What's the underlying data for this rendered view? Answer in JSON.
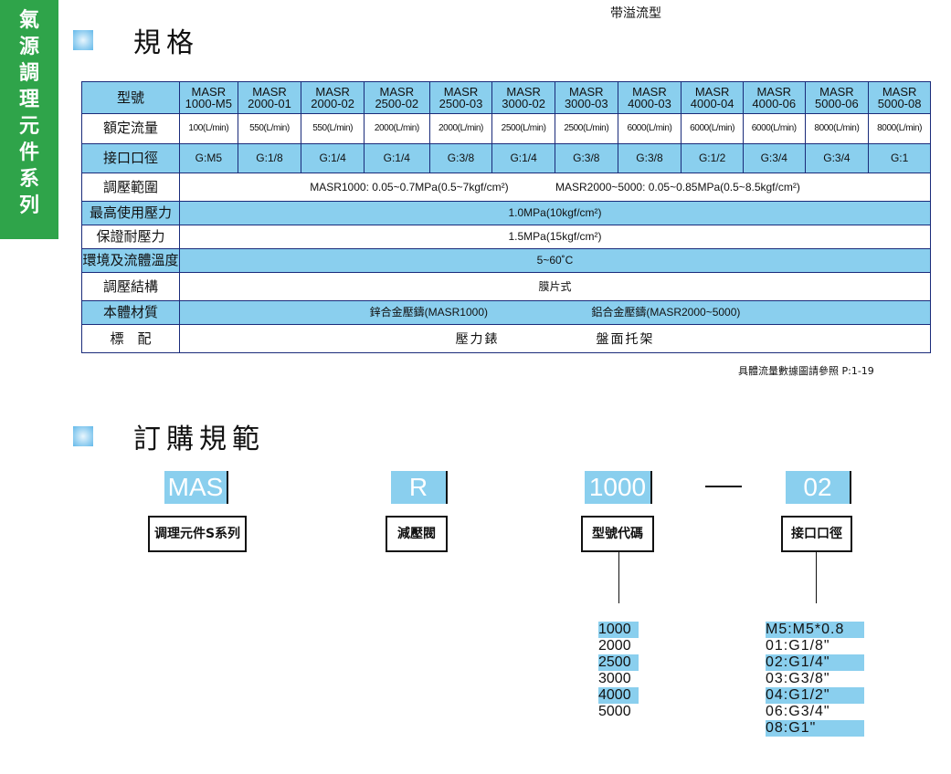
{
  "side_tab": [
    "氣",
    "源",
    "調",
    "理",
    "元",
    "件",
    "系",
    "列"
  ],
  "top_note": "带溢流型",
  "section_specs": {
    "title": "規格"
  },
  "section_order": {
    "title": "訂購規範"
  },
  "specs_table": {
    "model_row": {
      "label": "型號",
      "models": [
        [
          "MASR",
          "1000-M5"
        ],
        [
          "MASR",
          "2000-01"
        ],
        [
          "MASR",
          "2000-02"
        ],
        [
          "MASR",
          "2500-02"
        ],
        [
          "MASR",
          "2500-03"
        ],
        [
          "MASR",
          "3000-02"
        ],
        [
          "MASR",
          "3000-03"
        ],
        [
          "MASR",
          "4000-03"
        ],
        [
          "MASR",
          "4000-04"
        ],
        [
          "MASR",
          "4000-06"
        ],
        [
          "MASR",
          "5000-06"
        ],
        [
          "MASR",
          "5000-08"
        ]
      ]
    },
    "flow_row": {
      "label": "額定流量",
      "values": [
        "100(L/min)",
        "550(L/min)",
        "550(L/min)",
        "2000(L/min)",
        "2000(L/min)",
        "2500(L/min)",
        "2500(L/min)",
        "6000(L/min)",
        "6000(L/min)",
        "6000(L/min)",
        "8000(L/min)",
        "8000(L/min)"
      ]
    },
    "port_row": {
      "label": "接口口徑",
      "values": [
        "G:M5",
        "G:1/8",
        "G:1/4",
        "G:1/4",
        "G:3/8",
        "G:1/4",
        "G:3/8",
        "G:3/8",
        "G:1/2",
        "G:3/4",
        "G:3/4",
        "G:1"
      ]
    },
    "range_row": {
      "label": "調壓範圍",
      "values": [
        "MASR1000: 0.05~0.7MPa(0.5~7kgf/cm²)",
        "MASR2000~5000: 0.05~0.85MPa(0.5~8.5kgf/cm²)"
      ]
    },
    "max_pressure_row": {
      "label": "最高使用壓力",
      "value": "1.0MPa(10kgf/cm²)"
    },
    "proof_pressure_row": {
      "label": "保證耐壓力",
      "value": "1.5MPa(15kgf/cm²)"
    },
    "temp_row": {
      "label": "環境及流體溫度",
      "value": "5~60˚C"
    },
    "structure_row": {
      "label": "調壓結構",
      "value": "膜片式"
    },
    "material_row": {
      "label": "本體材質",
      "values": [
        "鋅合金壓鑄(MASR1000)",
        "鋁合金壓鑄(MASR2000~5000)"
      ]
    },
    "accessory_row": {
      "label": "標　配",
      "values": [
        "壓力錶",
        "盤面托架"
      ]
    }
  },
  "ref_note": "具體流量數據圖請參照 P:1-19",
  "order_code": {
    "parts": [
      {
        "code": "MAS",
        "label": "调理元件S系列"
      },
      {
        "code": "R",
        "label": "減壓閥"
      },
      {
        "code": "1000",
        "label": "型號代碼"
      },
      {
        "code": "02",
        "label": "接口口徑"
      }
    ],
    "separator": "—",
    "model_options": [
      "1000",
      "2000",
      "2500",
      "3000",
      "4000",
      "5000"
    ],
    "port_options": [
      "M5:M5*0.8",
      "01:G1/8\"",
      "02:G1/4\"",
      "03:G3/8\"",
      "04:G1/2\"",
      "06:G3/4\"",
      "08:G1\""
    ]
  },
  "colors": {
    "accent_green": "#2fa44a",
    "table_blue": "#8acfee",
    "border_navy": "#1a2b7a"
  }
}
